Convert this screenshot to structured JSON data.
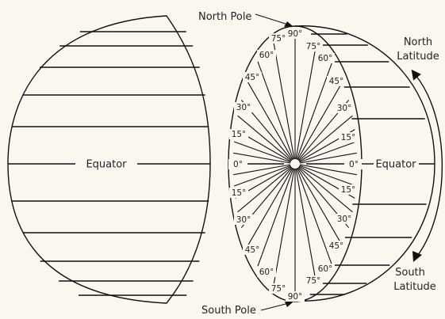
{
  "labels": {
    "north_pole": "North Pole",
    "south_pole": "South Pole",
    "equator_left": "Equator",
    "equator_right": "Equator",
    "north_latitude": [
      "North",
      "Latitude"
    ],
    "south_latitude": [
      "South",
      "Latitude"
    ],
    "equator_angle": "0°"
  },
  "angles": {
    "north": [
      "15°",
      "30°",
      "45°",
      "60°",
      "75°",
      "90°"
    ],
    "south": [
      "15°",
      "30°",
      "45°",
      "60°",
      "75°",
      "90°"
    ]
  },
  "radial_lines": 36,
  "latitude_lines": {
    "left_hemisphere": 11,
    "right_hemisphere": 11
  },
  "colors": {
    "ink": "#111111",
    "background": "#fbf7ee"
  }
}
